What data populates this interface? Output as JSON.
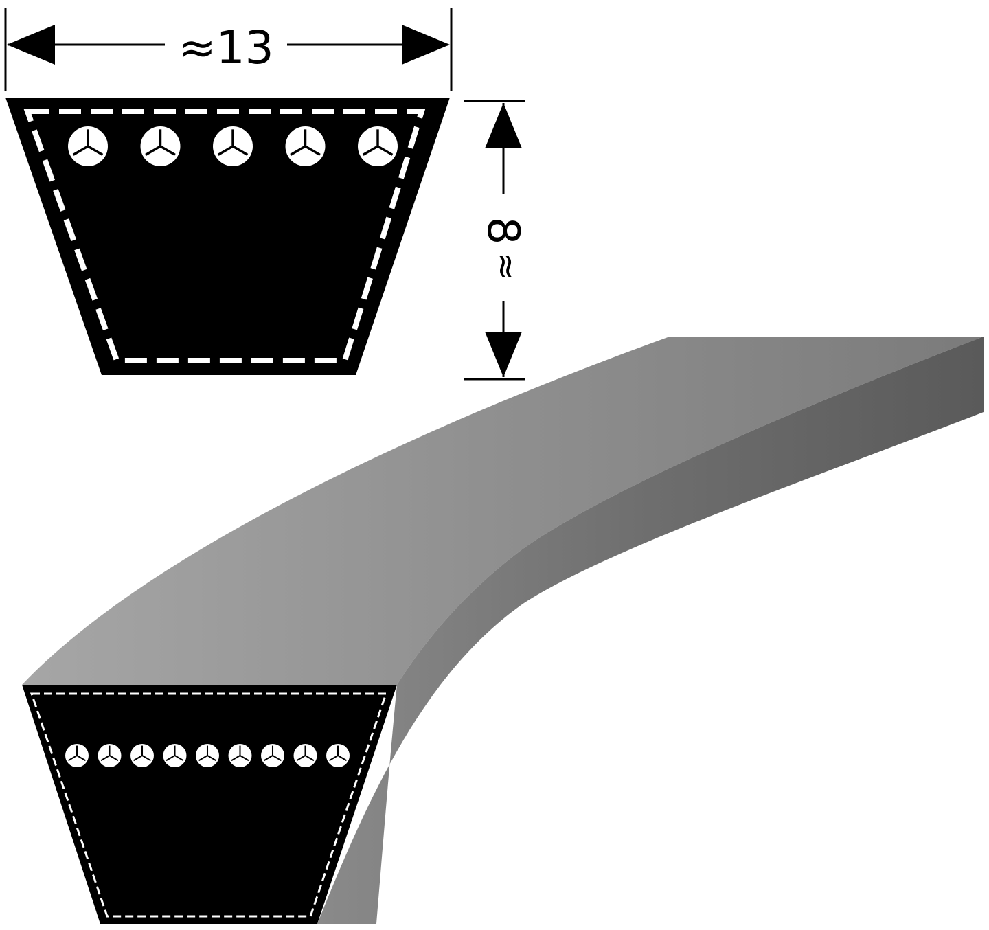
{
  "dimensions": {
    "width_label": "≈13",
    "height_label_value": "8",
    "height_label_approx": "≈"
  },
  "cross_section": {
    "cord_count": 5
  },
  "belt": {
    "cord_count": 9
  },
  "colors": {
    "belt_top": "#8f8f8f",
    "belt_side": "#6e6e6e",
    "section_fill": "#000000",
    "dash": "#ffffff"
  }
}
